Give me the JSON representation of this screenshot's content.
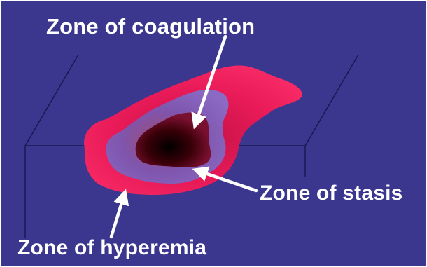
{
  "labels": {
    "coagulation": "Zone of coagulation",
    "stasis": "Zone of stasis",
    "hyperemia": "Zone of hyperemia"
  },
  "colors": {
    "background": "#3b368e",
    "hyperemia_zone": "#ec1e5a",
    "stasis_zone": "#7a58b4",
    "coagulation_zone": "#220000",
    "label_text": "#ffffff"
  }
}
